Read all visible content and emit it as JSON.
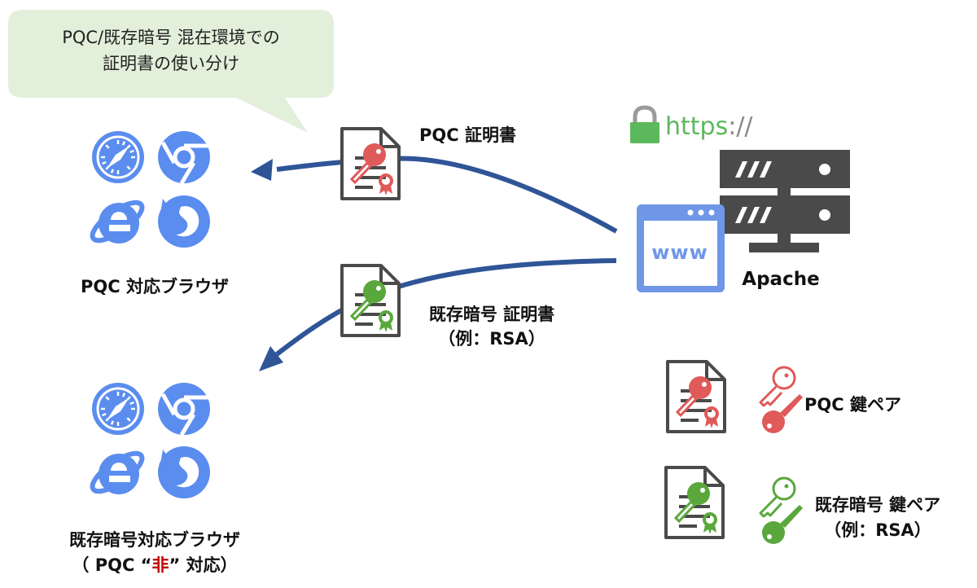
{
  "callout": {
    "line1": "PQC/既存暗号 混在環境での",
    "line2": "証明書の使い分け"
  },
  "browsers_pqc": {
    "label": "PQC 対応ブラウザ",
    "icons": [
      "safari-icon",
      "chrome-icon",
      "internet-explorer-icon",
      "firefox-icon"
    ]
  },
  "browsers_legacy": {
    "label_line1": "既存暗号対応ブラウザ",
    "label_line2_prefix": "（ PQC “",
    "label_line2_emph": "非",
    "label_line2_suffix": "” 対応）"
  },
  "certificates": {
    "pqc_label": "PQC 証明書",
    "legacy_label_line1": "既存暗号 証明書",
    "legacy_label_line2": "（例：RSA）"
  },
  "server": {
    "https_text": "https",
    "https_suffix": "://",
    "web_text": "www",
    "name": "Apache"
  },
  "legend": {
    "pqc_keypair": "PQC 鍵ペア",
    "legacy_keypair_line1": "既存暗号 鍵ペア",
    "legacy_keypair_line2": "（例：RSA）"
  },
  "colors": {
    "browser_blue": "#5b8def",
    "arrow_blue": "#2f5597",
    "pqc_red": "#e05a5a",
    "legacy_green": "#5aa83c",
    "doc_gray": "#4a4a4a",
    "callout_bg": "#e2efda",
    "https_green": "#5cb85c",
    "emphasis_red": "#c00000"
  }
}
